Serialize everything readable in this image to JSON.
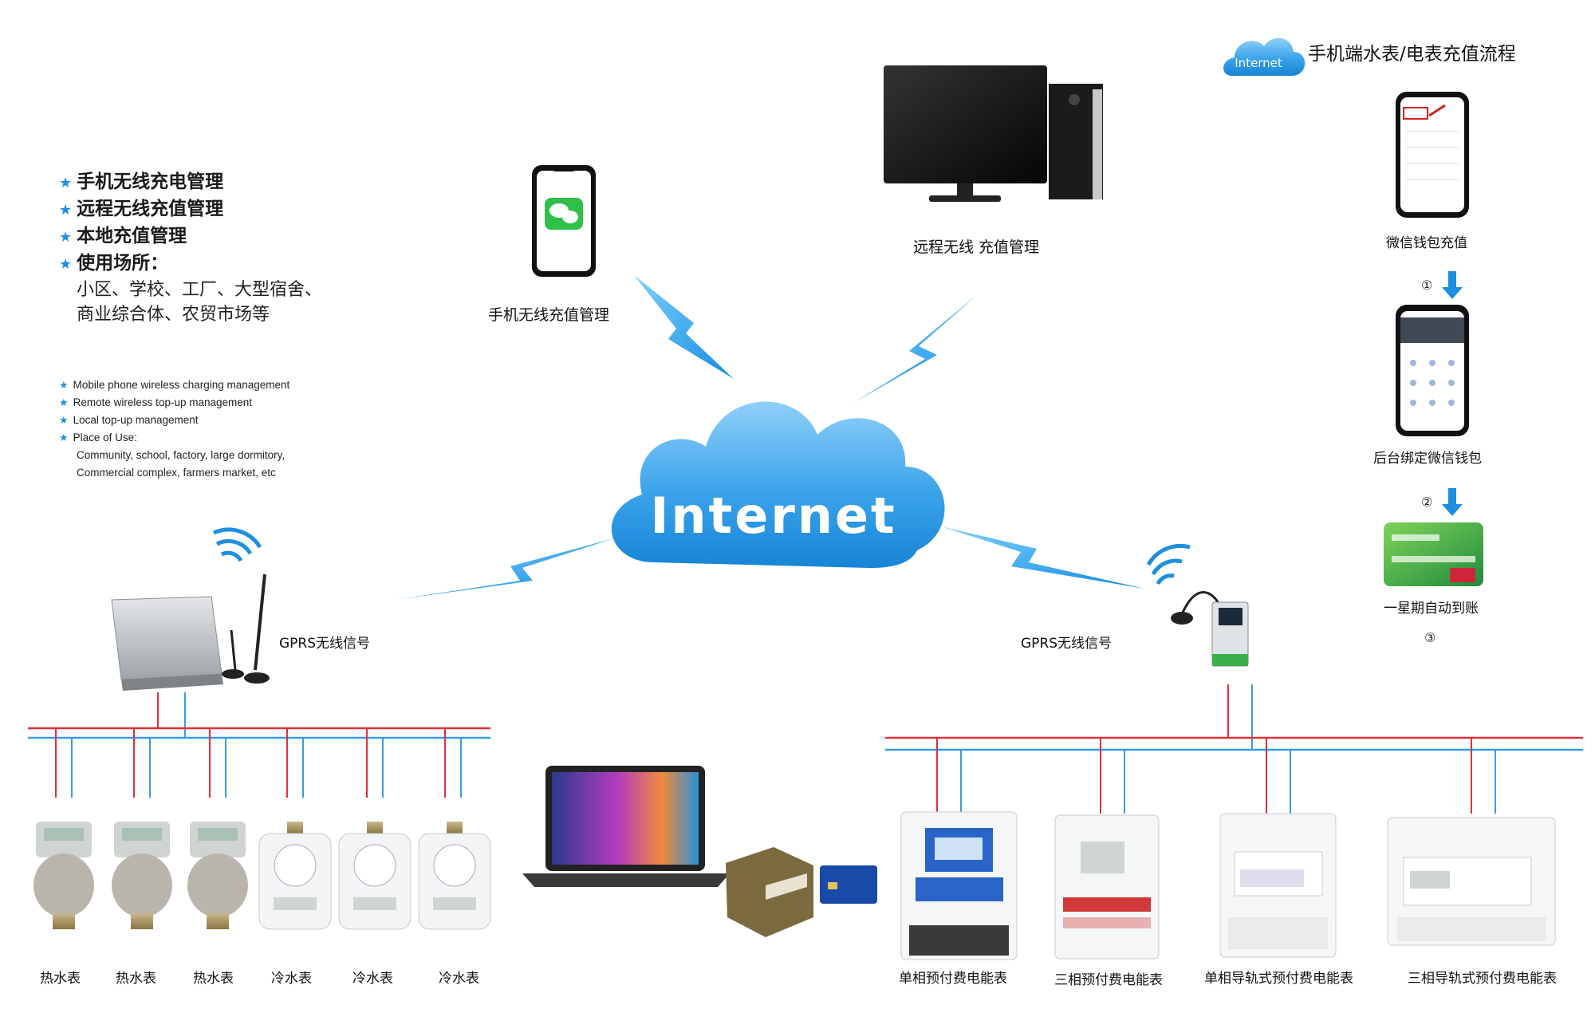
{
  "features_cn": [
    "手机无线充电管理",
    "远程无线充值管理",
    "本地充值管理",
    "使用场所："
  ],
  "places_cn": [
    "小区、学校、工厂、大型宿舍、",
    "商业综合体、农贸市场等"
  ],
  "features_en": [
    "Mobile phone wireless charging management",
    "Remote wireless top-up management",
    "Local top-up management",
    "Place of Use:"
  ],
  "places_en": [
    "Community, school, factory, large dormitory,",
    "Commercial complex, farmers market, etc"
  ],
  "center_cloud": {
    "text": "Internet"
  },
  "phone_label": "手机无线充值管理",
  "pc_label": "远程无线 充值管理",
  "gprs_left": "GPRS无线信号",
  "gprs_right": "GPRS无线信号",
  "flow": {
    "cloud_text": "Internet",
    "title": "手机端水表/电表充值流程",
    "step1_label": "微信钱包充值",
    "marker1": "①",
    "step2_label": "后台绑定微信钱包",
    "marker2": "②",
    "step3_label": "一星期自动到账",
    "marker3": "③"
  },
  "water_meters": [
    "热水表",
    "热水表",
    "热水表",
    "冷水表",
    "冷水表",
    "冷水表"
  ],
  "electric_meters": [
    "单相预付费电能表",
    "三相预付费电能表",
    "单相导轨式预付费电能表",
    "三相导轨式预付费电能表"
  ],
  "colors": {
    "accent": "#1e8fe0",
    "red_line": "#e0303a",
    "blue_line": "#3a9ae6",
    "cloud": "#3aa3ea"
  }
}
